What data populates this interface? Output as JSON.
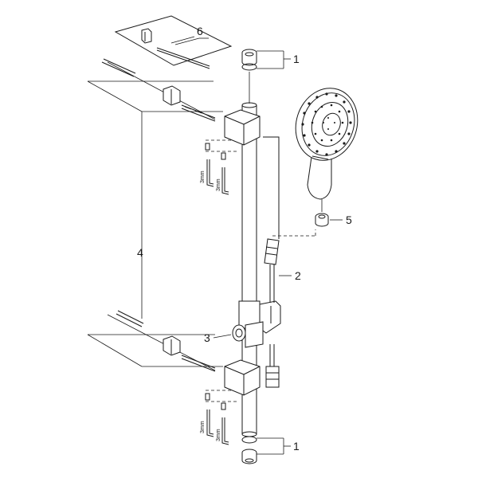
{
  "callouts": {
    "end_cap_top": "1",
    "end_cap_bottom": "1",
    "hose": "2",
    "slider": "3",
    "rail_set": "4",
    "flow_limiter": "5",
    "screw_kit": "6"
  },
  "hex_key_label": "3mm",
  "colors": {
    "line": "#1a1a1a",
    "background": "#ffffff"
  }
}
